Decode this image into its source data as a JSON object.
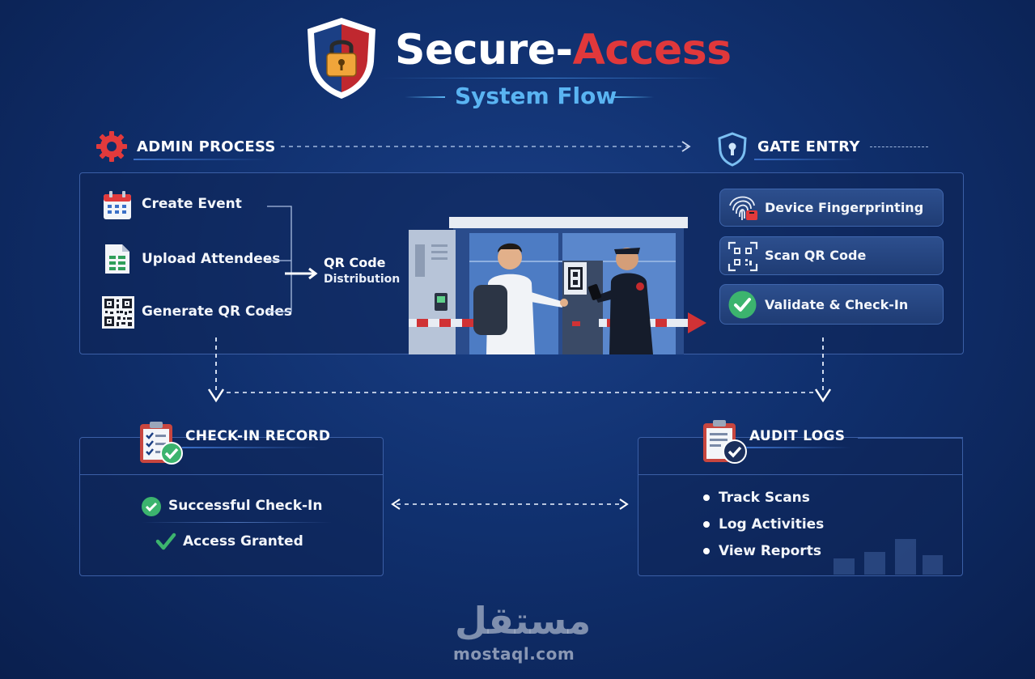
{
  "header": {
    "title_part1": "Secure-",
    "title_part2": "Access",
    "subtitle": "System Flow"
  },
  "admin": {
    "heading": "ADMIN PROCESS",
    "items": [
      {
        "label": "Create Event",
        "icon": "calendar-icon"
      },
      {
        "label": "Upload Attendees",
        "icon": "spreadsheet-icon"
      },
      {
        "label": "Generate QR Codes",
        "icon": "qr-code-icon"
      }
    ],
    "distribution_line1": "QR Code",
    "distribution_line2": "Distribution"
  },
  "gate": {
    "heading": "GATE ENTRY",
    "items": [
      {
        "label": "Device Fingerprinting",
        "icon": "fingerprint-icon"
      },
      {
        "label": "Scan QR Code",
        "icon": "qr-scan-icon"
      },
      {
        "label": "Validate & Check-In",
        "icon": "check-circle-icon"
      }
    ]
  },
  "checkin": {
    "heading": "CHECK-IN RECORD",
    "items": [
      {
        "label": "Successful Check-In",
        "icon": "check-circle-icon"
      },
      {
        "label": "Access Granted",
        "icon": "checkmark-icon"
      }
    ]
  },
  "audit": {
    "heading": "AUDIT LOGS",
    "items": [
      {
        "label": "Track Scans"
      },
      {
        "label": "Log Activities"
      },
      {
        "label": "View Reports"
      }
    ]
  },
  "watermark": {
    "arabic": "مستقل",
    "domain": "mostaql.com"
  },
  "colors": {
    "background": "#10306e",
    "accent_red": "#e0383b",
    "accent_blue": "#5ab4f2",
    "check_green": "#3cb46e",
    "lock_orange": "#f0a53a"
  }
}
